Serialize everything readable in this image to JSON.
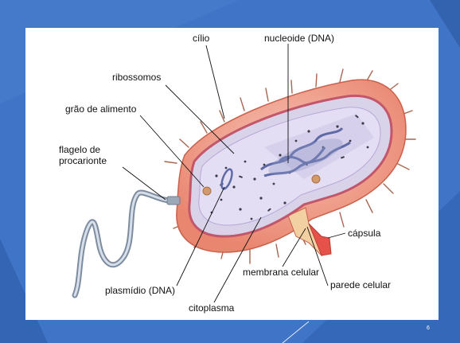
{
  "slide": {
    "page_number": "6",
    "colors": {
      "background": "#3f74c6",
      "panel": "#ffffff",
      "cell_wall": "#f2a391",
      "cytoplasm": "#dedaf0",
      "nucleoid": "#8f98c6"
    }
  },
  "labels": {
    "cilio": "cílio",
    "nucleoide": "nucleoide (DNA)",
    "ribossomos": "ribossomos",
    "grao": "grão de alimento",
    "flagelo_1": "flagelo de",
    "flagelo_2": "procarionte",
    "capsula": "cápsula",
    "membrana": "membrana celular",
    "parede": "parede celular",
    "plasmidio": "plasmídio (DNA)",
    "citoplasma": "citoplasma"
  }
}
